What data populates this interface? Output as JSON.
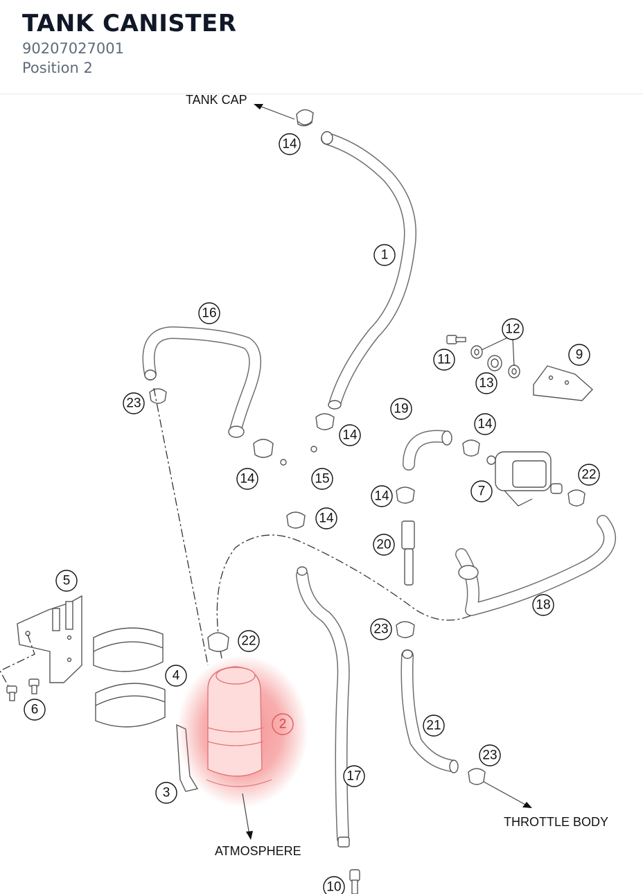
{
  "header": {
    "title": "TANK CANISTER",
    "part_number": "90207027001",
    "position": "Position 2"
  },
  "diagram": {
    "labels": {
      "tank_cap": "TANK CAP",
      "atmosphere": "ATMOSPHERE",
      "throttle_body": "THROTTLE BODY"
    },
    "callouts": [
      "14",
      "1",
      "16",
      "23",
      "12",
      "11",
      "9",
      "13",
      "19",
      "14",
      "14",
      "14",
      "15",
      "22",
      "7",
      "14",
      "14",
      "20",
      "5",
      "18",
      "23",
      "22",
      "4",
      "6",
      "2",
      "21",
      "23",
      "3",
      "17",
      "10"
    ],
    "highlighted_callout": "2",
    "colors": {
      "highlight": "#f26d6d",
      "callout_ring": "#111111",
      "line_art": "#555555"
    }
  }
}
